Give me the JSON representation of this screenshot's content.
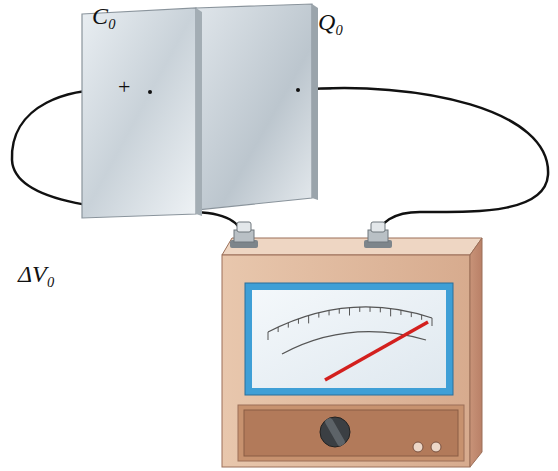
{
  "diagram": {
    "labels": [
      "C₀",
      "Q₀",
      "+",
      "−",
      "ΔV₀"
    ]
  }
}
